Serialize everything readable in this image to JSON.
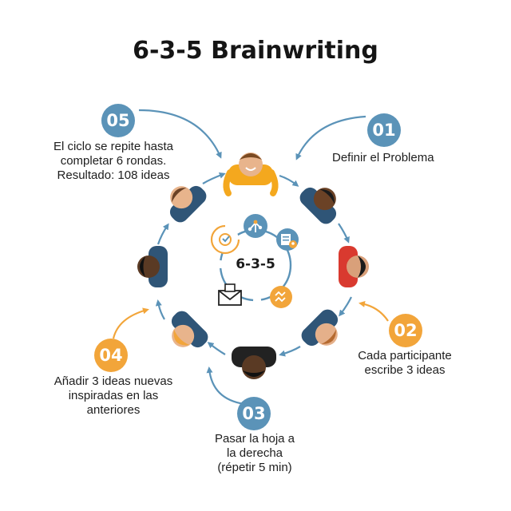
{
  "title": "6-3-5 Brainwriting",
  "center_label": "6-3-5",
  "colors": {
    "blue": "#5b93b8",
    "orange": "#f2a53a",
    "yellow_shirt": "#f4a81e",
    "navy_shirt": "#2f5577",
    "red_shirt": "#d93a2f",
    "black_shirt": "#222222"
  },
  "steps": [
    {
      "number": "01",
      "lines": [
        "Definir el Problema"
      ]
    },
    {
      "number": "02",
      "lines": [
        "Cada participante",
        "escribe 3 ideas"
      ]
    },
    {
      "number": "03",
      "lines": [
        "Pasar la hoja a",
        "la derecha",
        "(répetir 5 min)"
      ]
    },
    {
      "number": "04",
      "lines": [
        "Añadir 3 ideas nuevas",
        "inspiradas en las",
        "anteriores"
      ]
    },
    {
      "number": "05",
      "lines": [
        "El ciclo se repite hasta",
        "completar 6 rondas.",
        "Resultado: 108 ideas"
      ]
    }
  ],
  "center_icons": [
    "cycle-icon",
    "idea-map-icon",
    "document-user-icon",
    "envelope-icon",
    "sync-icon"
  ],
  "participants": [
    {
      "name": "participant-top",
      "shirt": "yellow"
    },
    {
      "name": "participant-top-right",
      "shirt": "navy"
    },
    {
      "name": "participant-right",
      "shirt": "red"
    },
    {
      "name": "participant-bottom-right",
      "shirt": "navy"
    },
    {
      "name": "participant-bottom",
      "shirt": "black"
    },
    {
      "name": "participant-bottom-left",
      "shirt": "navy"
    },
    {
      "name": "participant-left",
      "shirt": "navy"
    },
    {
      "name": "participant-top-left",
      "shirt": "navy"
    }
  ]
}
